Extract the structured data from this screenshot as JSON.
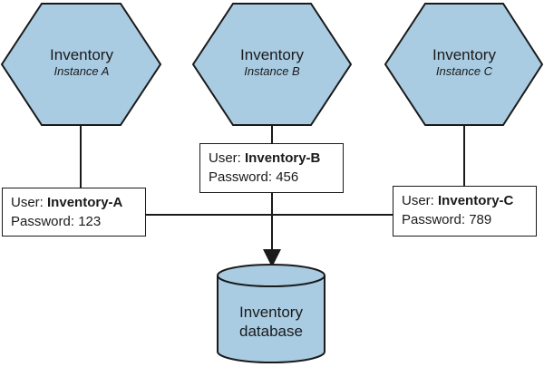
{
  "colors": {
    "node_fill": "#a9cce3",
    "stroke": "#1a1a1a",
    "background": "#ffffff"
  },
  "instances": [
    {
      "title": "Inventory",
      "subtitle": "Instance A",
      "user_label": "User:",
      "user": "Inventory-A",
      "password_label": "Password:",
      "password": "123"
    },
    {
      "title": "Inventory",
      "subtitle": "Instance B",
      "user_label": "User:",
      "user": "Inventory-B",
      "password_label": "Password:",
      "password": "456"
    },
    {
      "title": "Inventory",
      "subtitle": "Instance C",
      "user_label": "User:",
      "user": "Inventory-C",
      "password_label": "Password:",
      "password": "789"
    }
  ],
  "database": {
    "line1": "Inventory",
    "line2": "database"
  }
}
